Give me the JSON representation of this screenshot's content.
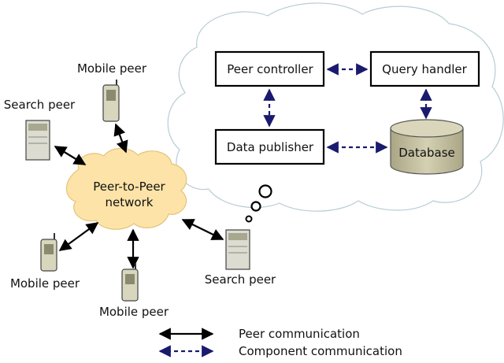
{
  "network": {
    "line1": "Peer-to-Peer",
    "line2": "network"
  },
  "peers": {
    "mobile_top": "Mobile peer",
    "search_left": "Search peer",
    "mobile_bottom_left": "Mobile peer",
    "mobile_bottom": "Mobile peer",
    "search_right": "Search peer"
  },
  "components": {
    "peer_controller": "Peer controller",
    "query_handler": "Query handler",
    "data_publisher": "Data publisher",
    "database": "Database"
  },
  "legend": {
    "peer": "Peer communication",
    "component": "Component communication"
  },
  "colors": {
    "peer_arrow": "#000000",
    "component_arrow": "#1a1a6e",
    "network_fill": "#fde3a8",
    "cloud_stroke": "#b7cdd3",
    "database_fill": "#c8c4a4"
  }
}
